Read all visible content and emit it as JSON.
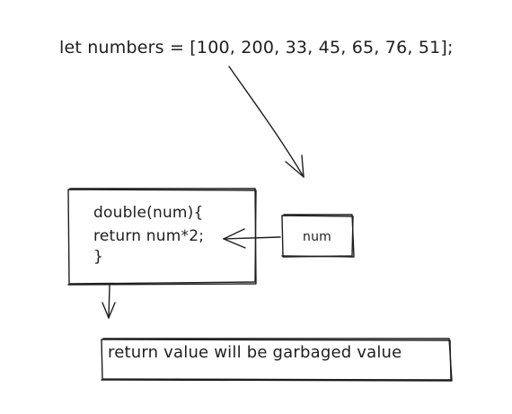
{
  "array_statement": "let numbers = [100, 200, 33, 45, 65, 76, 51];",
  "function_box": {
    "line1": "double(num){",
    "line2": "return num*2;",
    "line3": "}"
  },
  "num_box": {
    "label": "num"
  },
  "result_box": {
    "label": "return value will be garbaged value"
  },
  "colors": {
    "stroke": "#1e1e1e",
    "background": "#ffffff"
  }
}
